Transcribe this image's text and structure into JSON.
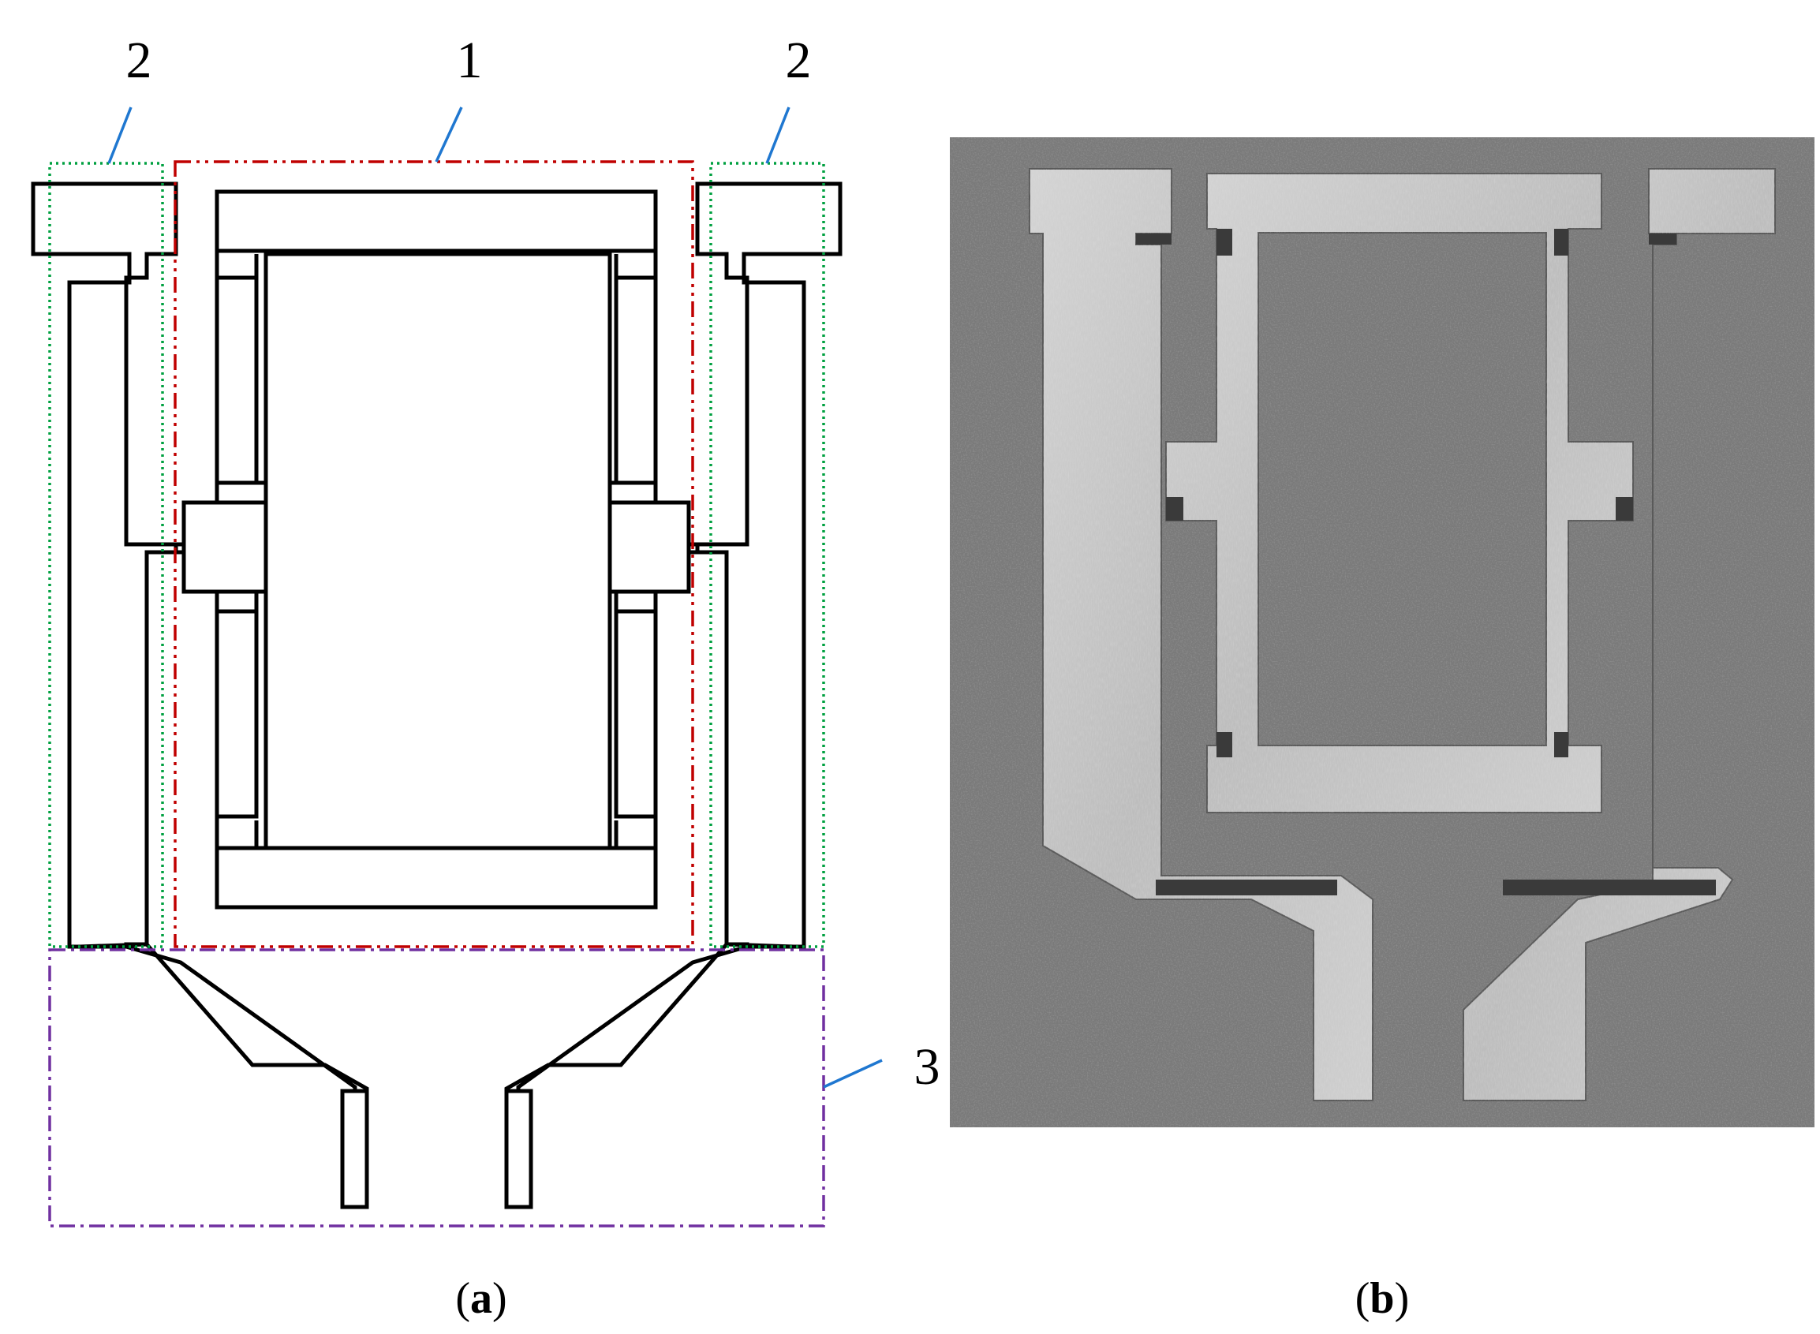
{
  "panels": [
    {
      "id": "a",
      "caption_open": "(",
      "caption_letter": "a",
      "caption_close": ")"
    },
    {
      "id": "b",
      "caption_open": "(",
      "caption_letter": "b",
      "caption_close": ")"
    }
  ],
  "callouts": [
    {
      "number": "1",
      "region": "central-frame",
      "color": "#c00000"
    },
    {
      "number": "2",
      "region": "left-side-beam",
      "color": "#00a040"
    },
    {
      "number": "2",
      "region": "right-side-beam",
      "color": "#00a040"
    },
    {
      "number": "3",
      "region": "jaw-section",
      "color": "#7030a0"
    }
  ],
  "colors": {
    "leader_line": "#1f77d0",
    "outline": "#000000",
    "photo_background": "#7a7a7a",
    "metal_light": "#c9c9c9",
    "metal_shadow": "#6f6f6f"
  }
}
